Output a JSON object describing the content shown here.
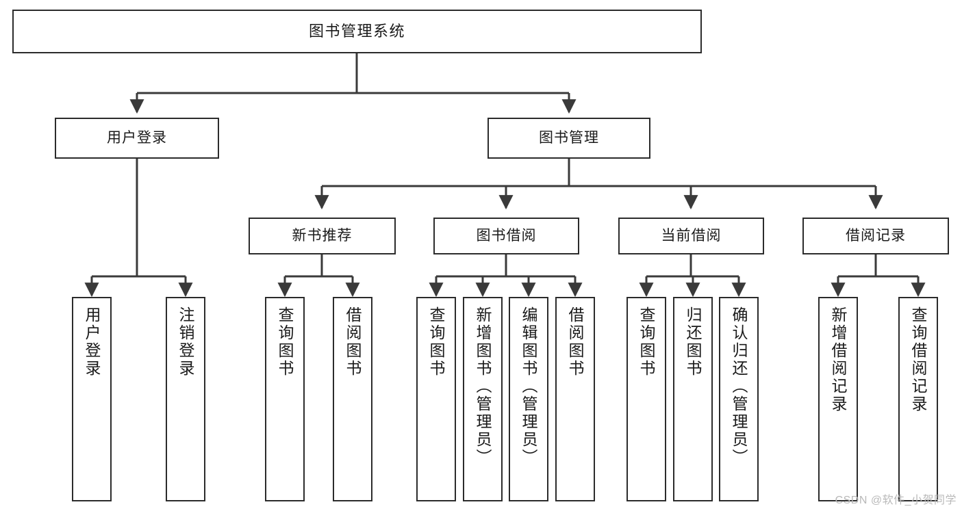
{
  "diagram": {
    "title": "图书管理系统",
    "type": "tree-hierarchy-chart",
    "colors": {
      "box_border": "#2b2b2b",
      "box_fill": "#ffffff",
      "connector": "#3a3a3a",
      "text": "#1a1a1a",
      "watermark": "#b9b9b9"
    },
    "levels": {
      "root_label": "图书管理系统",
      "level1_labels": [
        "用户登录",
        "图书管理"
      ],
      "level2_labels": [
        "新书推荐",
        "图书借阅",
        "当前借阅",
        "借阅记录"
      ]
    },
    "nodes": {
      "root": {
        "label": "图书管理系统"
      },
      "user_login": {
        "label": "用户登录"
      },
      "book_manage": {
        "label": "图书管理"
      },
      "new_book_rec": {
        "label": "新书推荐"
      },
      "book_borrow": {
        "label": "图书借阅"
      },
      "current_borrow": {
        "label": "当前借阅"
      },
      "borrow_record": {
        "label": "借阅记录"
      },
      "leaf_user_login": {
        "label": "用户登录"
      },
      "leaf_user_logout": {
        "label": "注销登录"
      },
      "leaf_rec_query": {
        "label": "查询图书"
      },
      "leaf_rec_borrow": {
        "label": "借阅图书"
      },
      "leaf_borrow_query": {
        "label": "查询图书"
      },
      "leaf_borrow_add": {
        "label": "新增图书（管理员）"
      },
      "leaf_borrow_edit": {
        "label": "编辑图书（管理员）"
      },
      "leaf_borrow_lend": {
        "label": "借阅图书"
      },
      "leaf_cur_query": {
        "label": "查询图书"
      },
      "leaf_cur_return": {
        "label": "归还图书"
      },
      "leaf_cur_confirm": {
        "label": "确认归还（管理员）"
      },
      "leaf_rec_add": {
        "label": "新增借阅记录"
      },
      "leaf_rec_search": {
        "label": "查询借阅记录"
      }
    },
    "watermark": "CSDN @软件_小贺同学"
  }
}
